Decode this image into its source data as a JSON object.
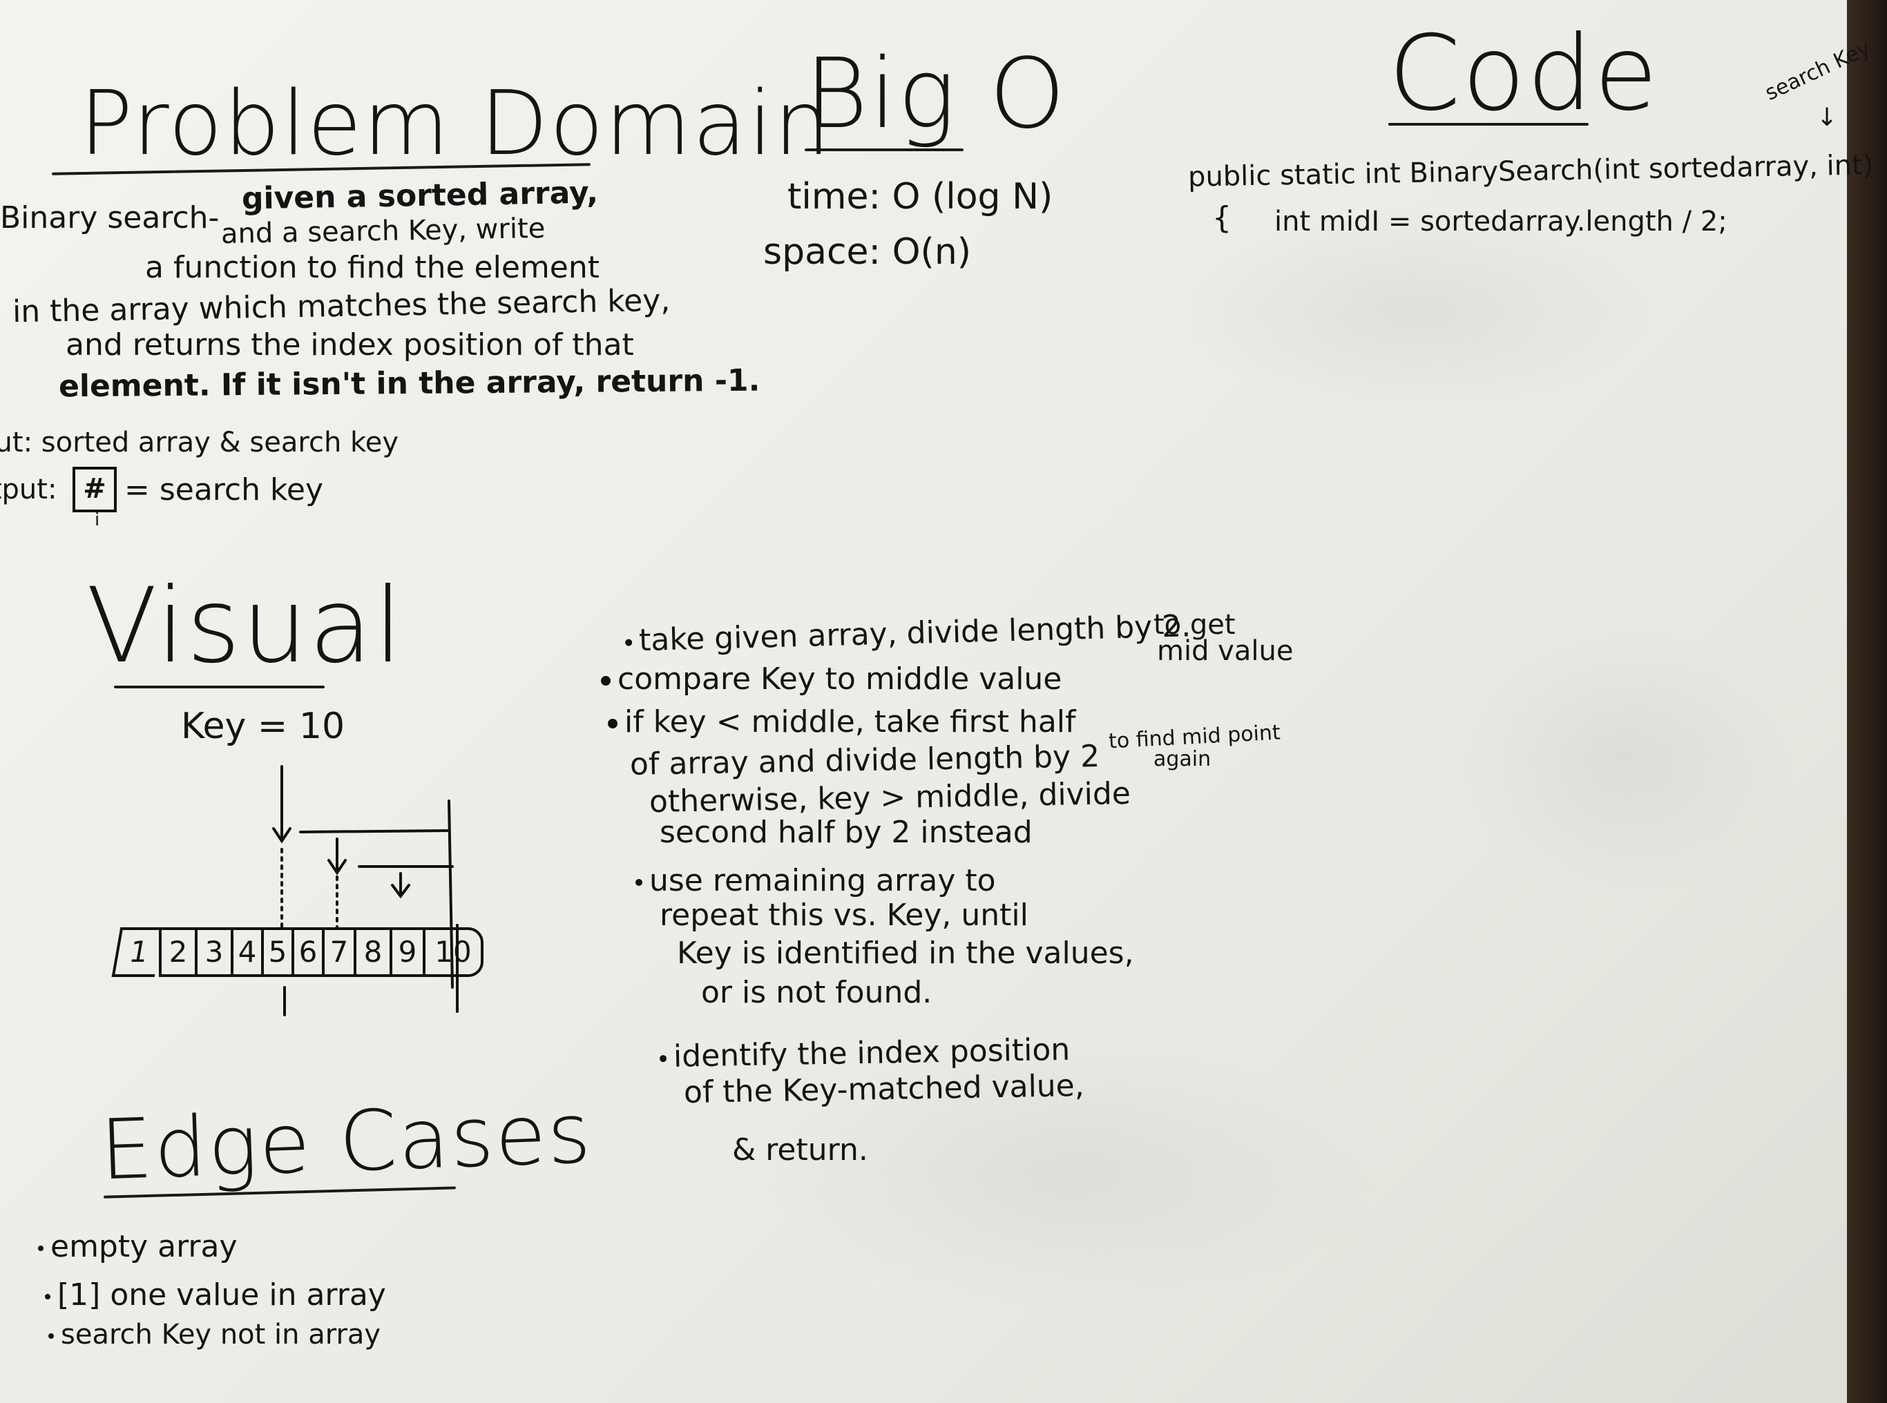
{
  "problem_domain": {
    "title": "Problem Domain",
    "description": [
      "given a sorted array,",
      "Binary search-",
      "and a search Key, write",
      "a function to find the element",
      "in the array which matches the search key,",
      "and returns the index position of that",
      "element. If it isn't in the array, return -1."
    ],
    "input_label": "Input: sorted array & search key",
    "output_label": "Output:",
    "output_box_text": "#",
    "output_box_sub": "i",
    "output_rest": "= search key"
  },
  "big_o": {
    "title": "Big O",
    "time": "time: O (log N)",
    "space": "space: O(n)"
  },
  "code": {
    "title": "Code",
    "note": "search Key",
    "note_arrow": "↓",
    "line1": "public static int BinarySearch(int sortedarray, int)",
    "brace": "{",
    "line2": "int midI = sortedarray.length / 2;"
  },
  "visual": {
    "title": "Visual",
    "key_label": "Key = 10",
    "cells": [
      "1",
      "2",
      "3",
      "4",
      "5",
      "6",
      "7",
      "8",
      "9",
      "10"
    ]
  },
  "steps": {
    "items": [
      "take given array, divide length by 2.",
      "compare Key to middle value",
      "if key < middle, take first half",
      "of array and divide length by 2",
      "otherwise, key > middle, divide",
      "second half by 2 instead",
      "use remaining array to",
      "repeat this vs. Key, until",
      "Key is identified in the values,",
      "or is not found.",
      "identify the index position",
      "of the Key-matched value,",
      "& return."
    ],
    "aside1a": "to get",
    "aside1b": "mid value",
    "aside2a": "to find mid point",
    "aside2b": "again"
  },
  "edge_cases": {
    "title": "Edge Cases",
    "items": [
      "empty array",
      "[1] one value in array",
      "search Key not in array"
    ]
  }
}
